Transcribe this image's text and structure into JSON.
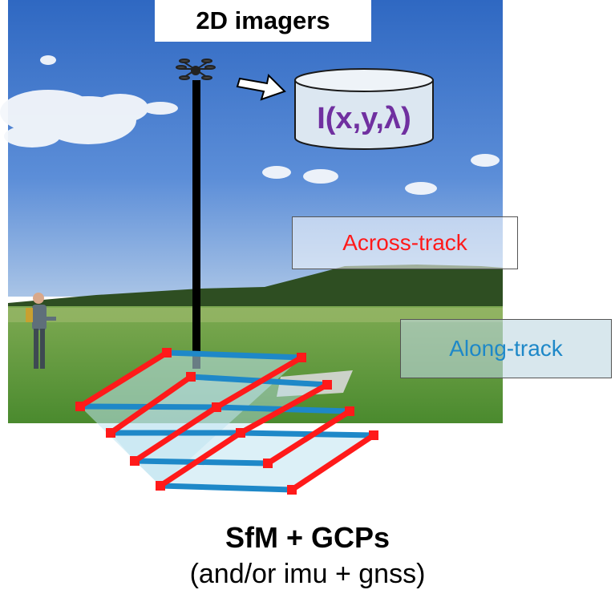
{
  "title": "2D imagers",
  "storage_label": "I(x,y,λ)",
  "across_label": "Across-track",
  "along_label": "Along-track",
  "caption_main": "SfM + GCPs",
  "caption_sub": "(and/or imu + gnss)",
  "colors": {
    "sky": "#3f77c9",
    "grass": "#5c9a3c",
    "across": "#ff1a1a",
    "along": "#1e88c8",
    "storage_text": "#7030a0",
    "footprint_fill": "#bfe3f0"
  },
  "icons": [
    "drone-icon",
    "arrow-right-icon",
    "database-icon"
  ]
}
